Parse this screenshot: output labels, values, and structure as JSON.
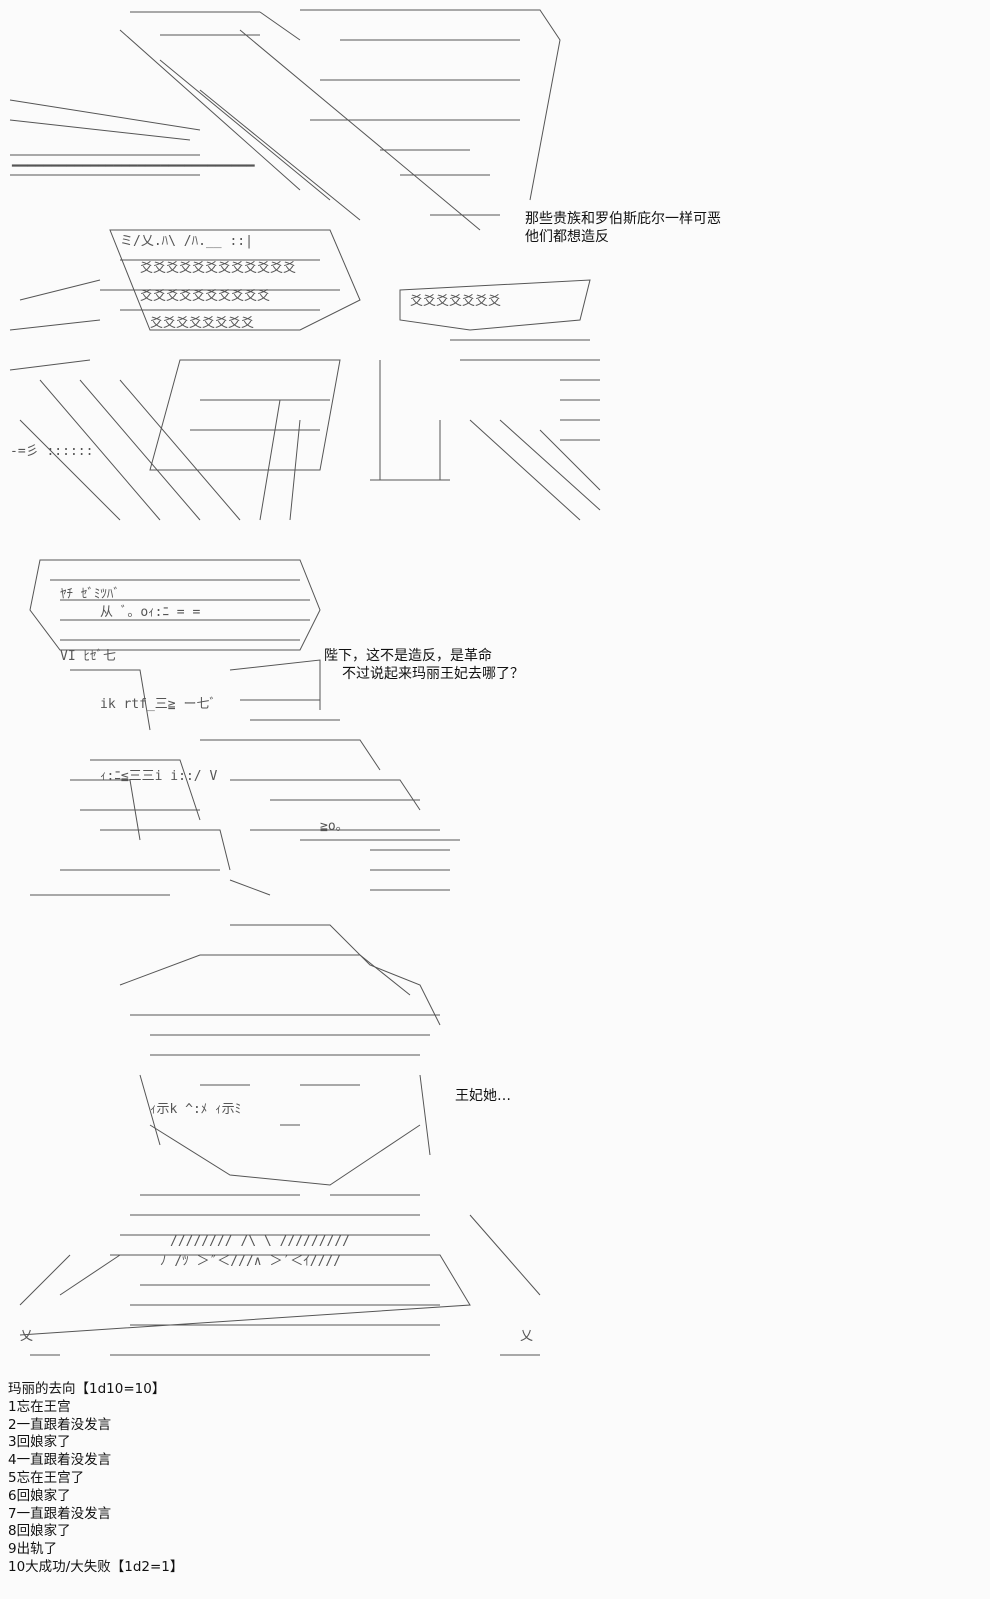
{
  "panel1": {
    "lines": [
      "那些贵族和罗伯斯庇尔一样可恶",
      "他们都想造反"
    ]
  },
  "panel2": {
    "lines": [
      "陛下，这不是造反，是革命",
      "不过说起来玛丽王妃去哪了？"
    ]
  },
  "panel3": {
    "lines": [
      "王妃她…"
    ]
  },
  "roll": {
    "title": "玛丽的去向【1d10=10】",
    "options": [
      "1忘在王宫",
      "2一直跟着没发言",
      "3回娘家了",
      "4一直跟着没发言",
      "5忘在王宫了",
      "6回娘家了",
      "7一直跟着没发言",
      "8回娘家了",
      "9出轨了",
      "10大成功/大失败【1d2=1】"
    ]
  }
}
